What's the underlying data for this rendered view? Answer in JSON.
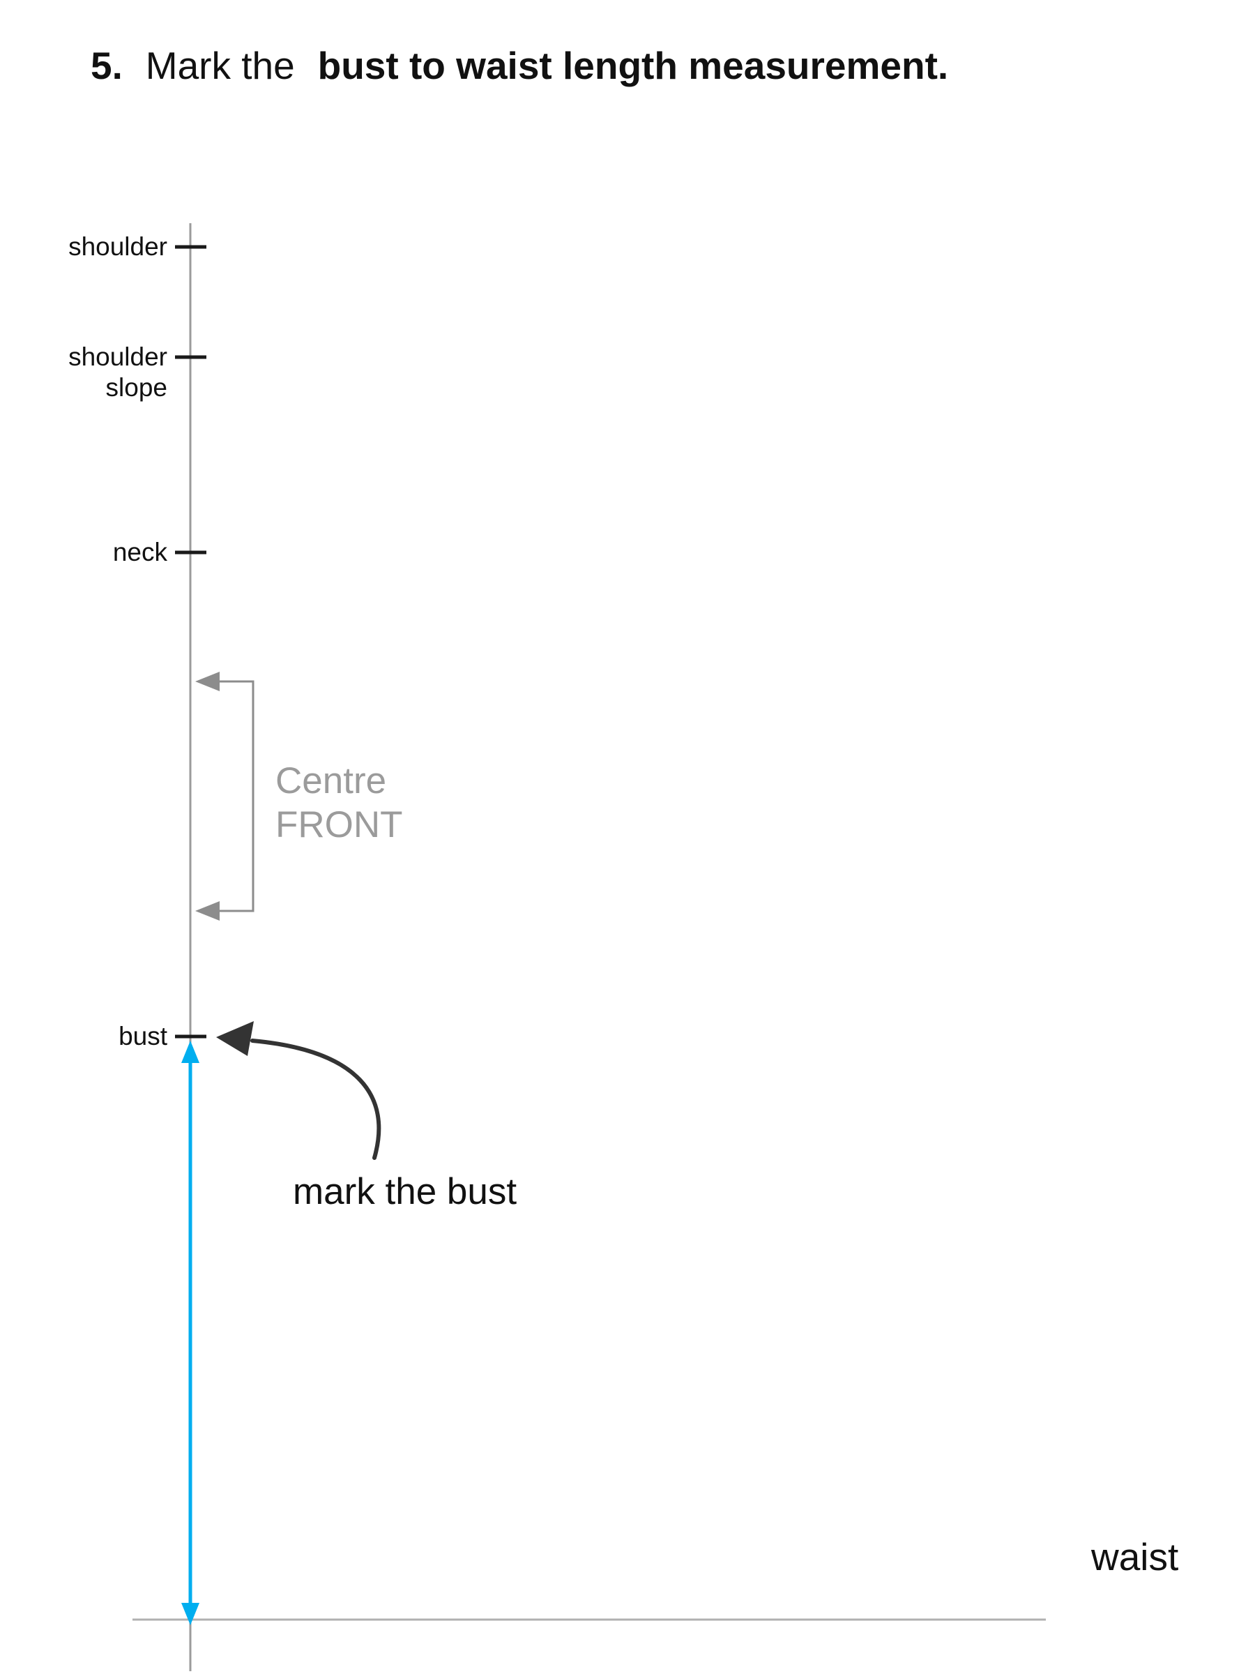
{
  "title": {
    "number": "5.",
    "regular": "Mark the",
    "bold": "bust to waist length measurement."
  },
  "labels": {
    "shoulder": "shoulder",
    "shoulder_slope_line1": "shoulder",
    "shoulder_slope_line2": "slope",
    "neck": "neck",
    "bust": "bust",
    "waist": "waist"
  },
  "bracket": {
    "line1": "Centre",
    "line2": "FRONT"
  },
  "annotations": {
    "mark_bust": "mark the bust"
  },
  "colors": {
    "centre_line_gray": "#9b9b9b",
    "tick_black": "#1a1a1a",
    "accent_blue": "#00aeef",
    "bracket_gray": "#8c8c8c",
    "muted_label_gray": "#9b9b9b",
    "waist_line_gray": "#b0b0b0",
    "arrow_black": "#333333"
  }
}
